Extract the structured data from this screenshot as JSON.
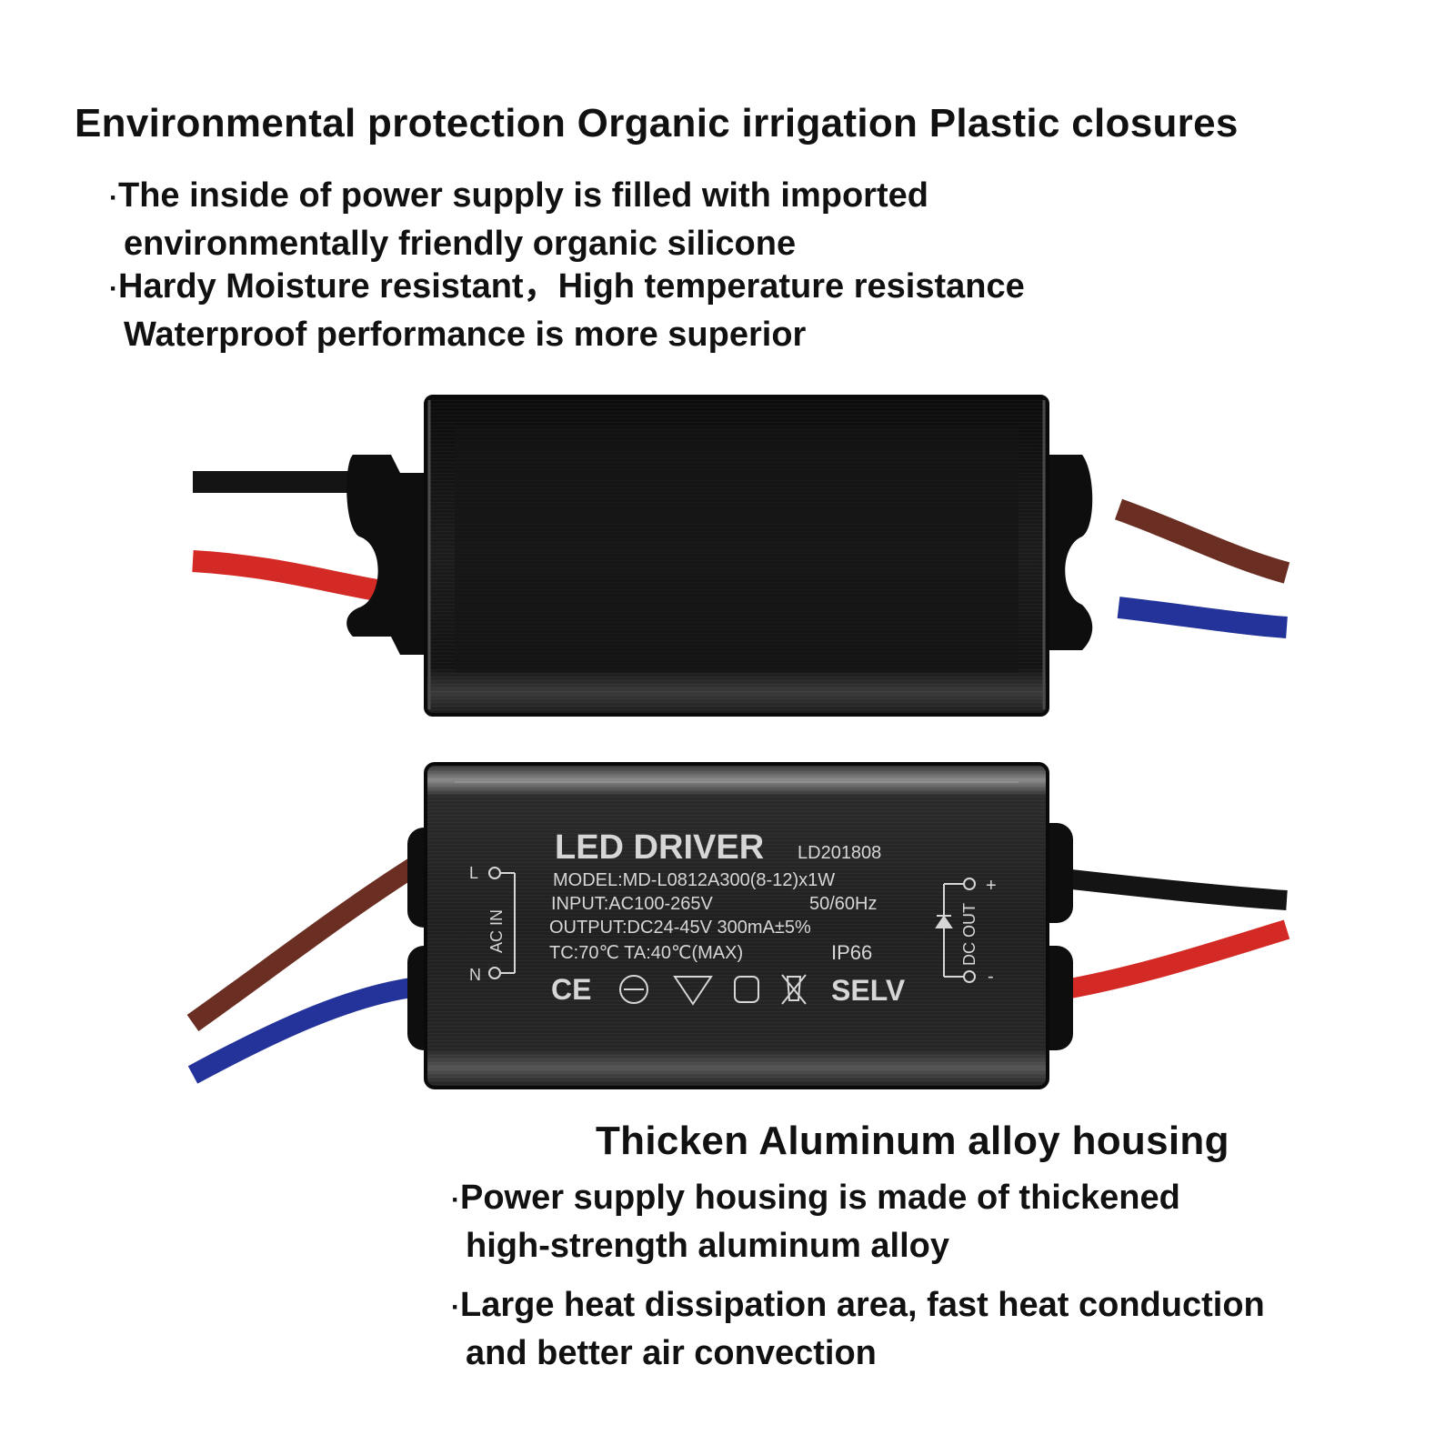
{
  "section1": {
    "heading": "Environmental protection Organic irrigation Plastic closures",
    "bullets": [
      {
        "marker": "·",
        "line1": "The inside of power supply is filled with imported",
        "line2": "environmentally friendly organic silicone"
      },
      {
        "marker": "·",
        "line1": "Hardy  Moisture resistant，High temperature resistance",
        "line2": "Waterproof performance is more superior"
      }
    ]
  },
  "section2": {
    "heading": "Thicken Aluminum alloy housing",
    "bullets": [
      {
        "marker": "·",
        "line1": "Power supply housing is made of thickened",
        "line2": "high-strength aluminum alloy"
      },
      {
        "marker": "·",
        "line1": "Large heat dissipation area, fast heat conduction",
        "line2": "and better air convection"
      }
    ]
  },
  "label": {
    "title": "LED DRIVER",
    "code": "LD201808",
    "model": "MODEL:MD-L0812A300(8-12)x1W",
    "input": "INPUT:AC100-265V",
    "freq": "50/60Hz",
    "output": "OUTPUT:DC24-45V 300mA±5%",
    "temps": "TC:70℃   TA:40℃(MAX)",
    "ip": "IP66",
    "selv": "SELV",
    "ac_in": "AC IN",
    "dc_out": "DC OUT",
    "l": "L",
    "n": "N",
    "plus": "+",
    "minus": "-",
    "ce": "CE"
  },
  "colors": {
    "housing": "#1b1b1b",
    "wire_black": "#141414",
    "wire_red": "#d42a25",
    "wire_brown": "#6a2e22",
    "wire_blue": "#23339a",
    "label_text": "#d6d6d6"
  }
}
